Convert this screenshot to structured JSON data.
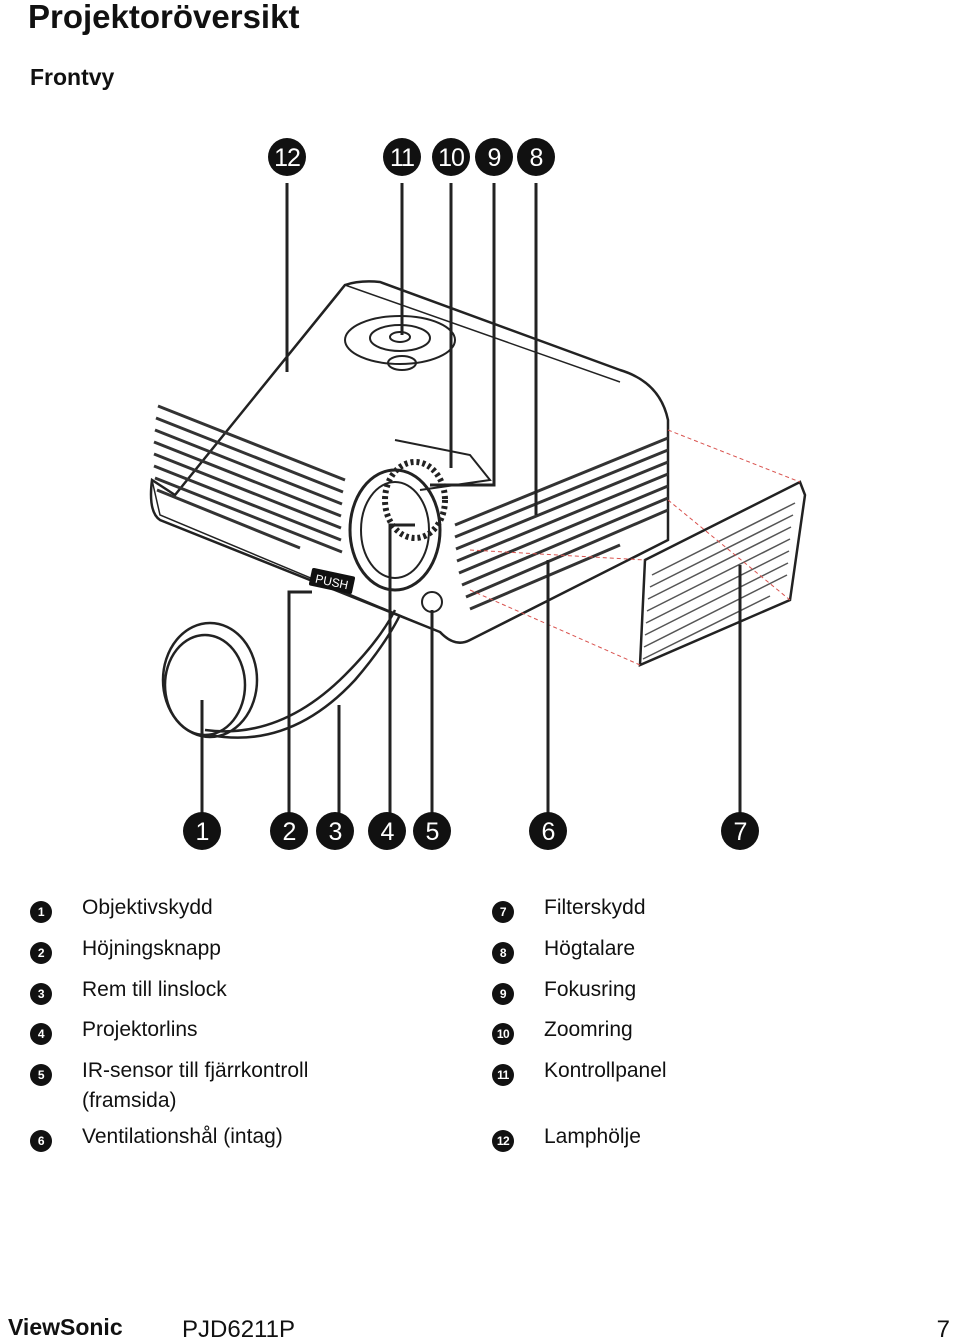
{
  "page": {
    "title": "Projektoröversikt",
    "subtitle": "Frontvy"
  },
  "callouts": {
    "c1": "1",
    "c2": "2",
    "c3": "3",
    "c4": "4",
    "c5": "5",
    "c6": "6",
    "c7": "7",
    "c8": "8",
    "c9": "9",
    "c10": "10",
    "c11": "11",
    "c12": "12"
  },
  "diagram_text": {
    "push_button": "PUSH"
  },
  "legend_left": [
    {
      "num": "1",
      "label": "Objektivskydd"
    },
    {
      "num": "2",
      "label": "Höjningsknapp"
    },
    {
      "num": "3",
      "label": "Rem till linslock"
    },
    {
      "num": "4",
      "label": "Projektorlins"
    },
    {
      "num": "5",
      "label": "IR-sensor till fjärrkontroll\n(framsida)"
    },
    {
      "num": "6",
      "label": "Ventilationshål (intag)"
    }
  ],
  "legend_right": [
    {
      "num": "7",
      "label": "Filterskydd"
    },
    {
      "num": "8",
      "label": "Högtalare"
    },
    {
      "num": "9",
      "label": "Fokusring"
    },
    {
      "num": "10",
      "label": "Zoomring"
    },
    {
      "num": "11",
      "label": "Kontrollpanel"
    },
    {
      "num": "12",
      "label": "Lamphölje"
    }
  ],
  "footer": {
    "brand": "ViewSonic",
    "model": "PJD6211P",
    "page_number": "7"
  }
}
